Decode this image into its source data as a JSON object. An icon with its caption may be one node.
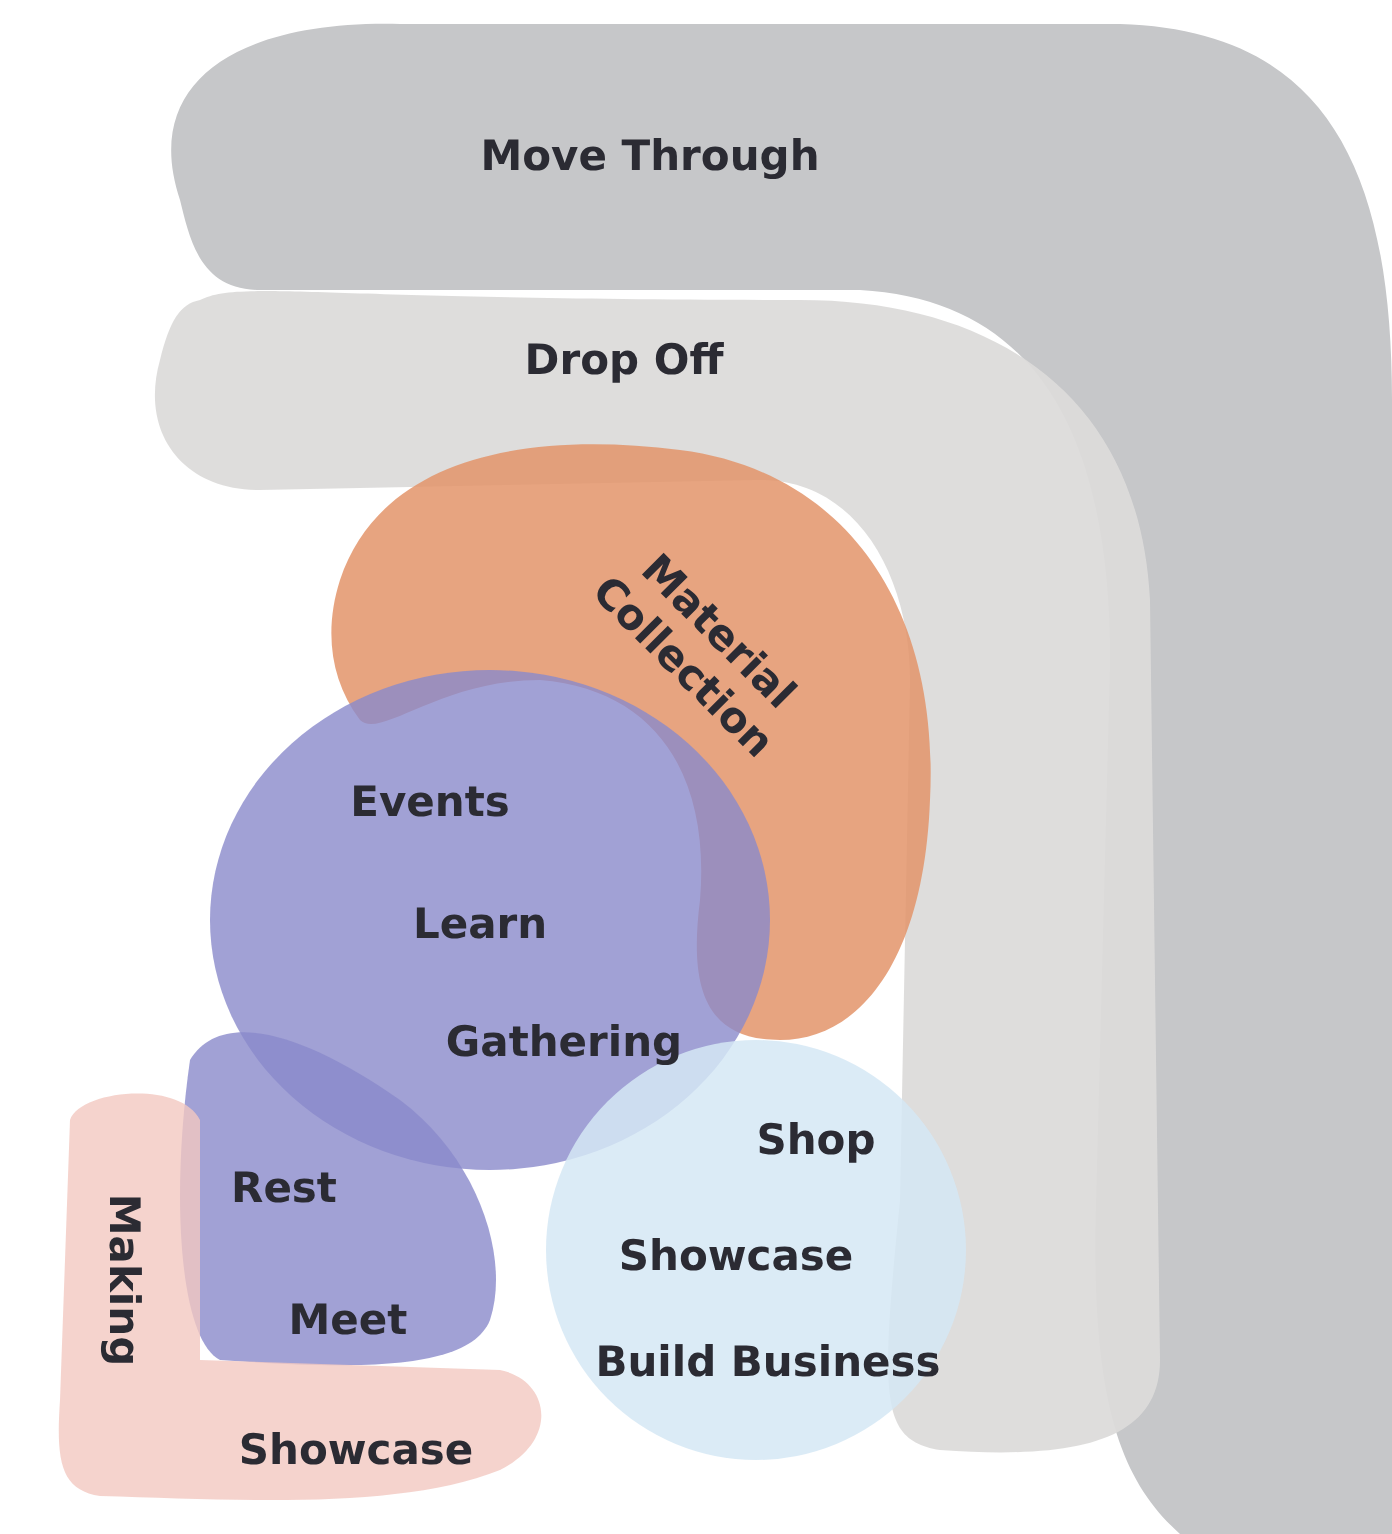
{
  "diagram": {
    "nodes": [
      {
        "text": [
          "Move Through"
        ]
      },
      {
        "text": [
          "Drop Off"
        ]
      },
      {
        "text": [
          "Material Collection"
        ]
      },
      {
        "text": [
          "Events",
          "Learn",
          "Gathering"
        ]
      },
      {
        "text": [
          "Rest",
          "Meet"
        ]
      },
      {
        "text": [
          "Making",
          "Showcase"
        ]
      },
      {
        "text": [
          "Shop",
          "Showcase",
          "Build Business"
        ]
      }
    ]
  }
}
